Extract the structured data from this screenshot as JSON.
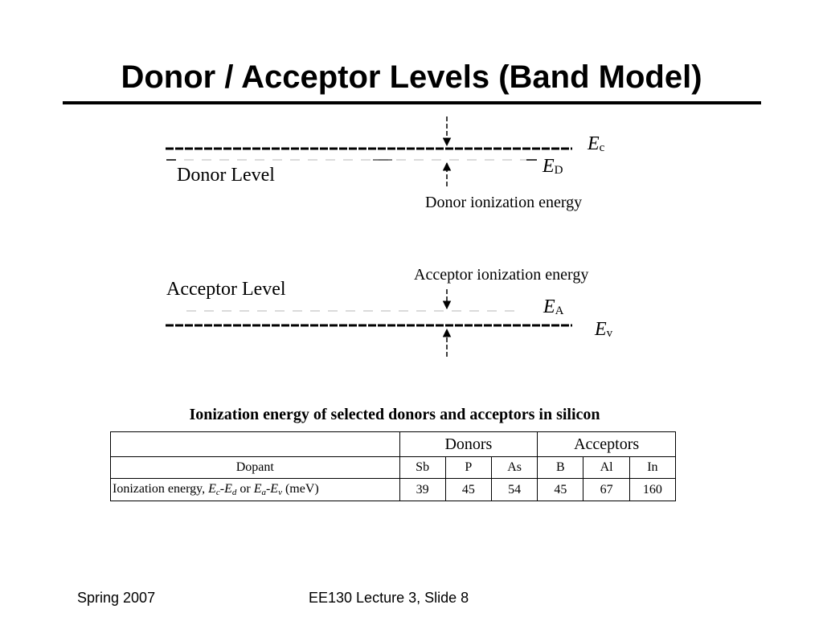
{
  "slide": {
    "title": "Donor / Acceptor Levels (Band Model)"
  },
  "diagram": {
    "donor_level_label": "Donor Level",
    "acceptor_level_label": "Acceptor Level",
    "donor_ionization_label": "Donor ionization energy",
    "acceptor_ionization_label": "Acceptor ionization energy",
    "symbols": {
      "ec": {
        "main": "E",
        "sub": "c"
      },
      "ed": {
        "main": "E",
        "sub": "D"
      },
      "ea": {
        "main": "E",
        "sub": "A"
      },
      "ev": {
        "main": "E",
        "sub": "v"
      }
    }
  },
  "table": {
    "caption": "Ionization energy of selected donors and acceptors in silicon",
    "group_headers": [
      "Donors",
      "Acceptors"
    ],
    "dopant_label": "Dopant",
    "dopants": [
      "Sb",
      "P",
      "As",
      "B",
      "Al",
      "In"
    ],
    "energy_label": {
      "prefix": "Ionization energy, ",
      "e1": "E",
      "s1": "c",
      "dash1": "-",
      "e2": "E",
      "s2": "d",
      "or": " or ",
      "e3": "E",
      "s3": "a",
      "dash2": "-",
      "e4": "E",
      "s4": "v",
      "unit": " (meV)"
    },
    "energies": [
      "39",
      "45",
      "54",
      "45",
      "67",
      "160"
    ]
  },
  "footer": {
    "left": "Spring 2007",
    "center": "EE130 Lecture 3, Slide 8"
  }
}
